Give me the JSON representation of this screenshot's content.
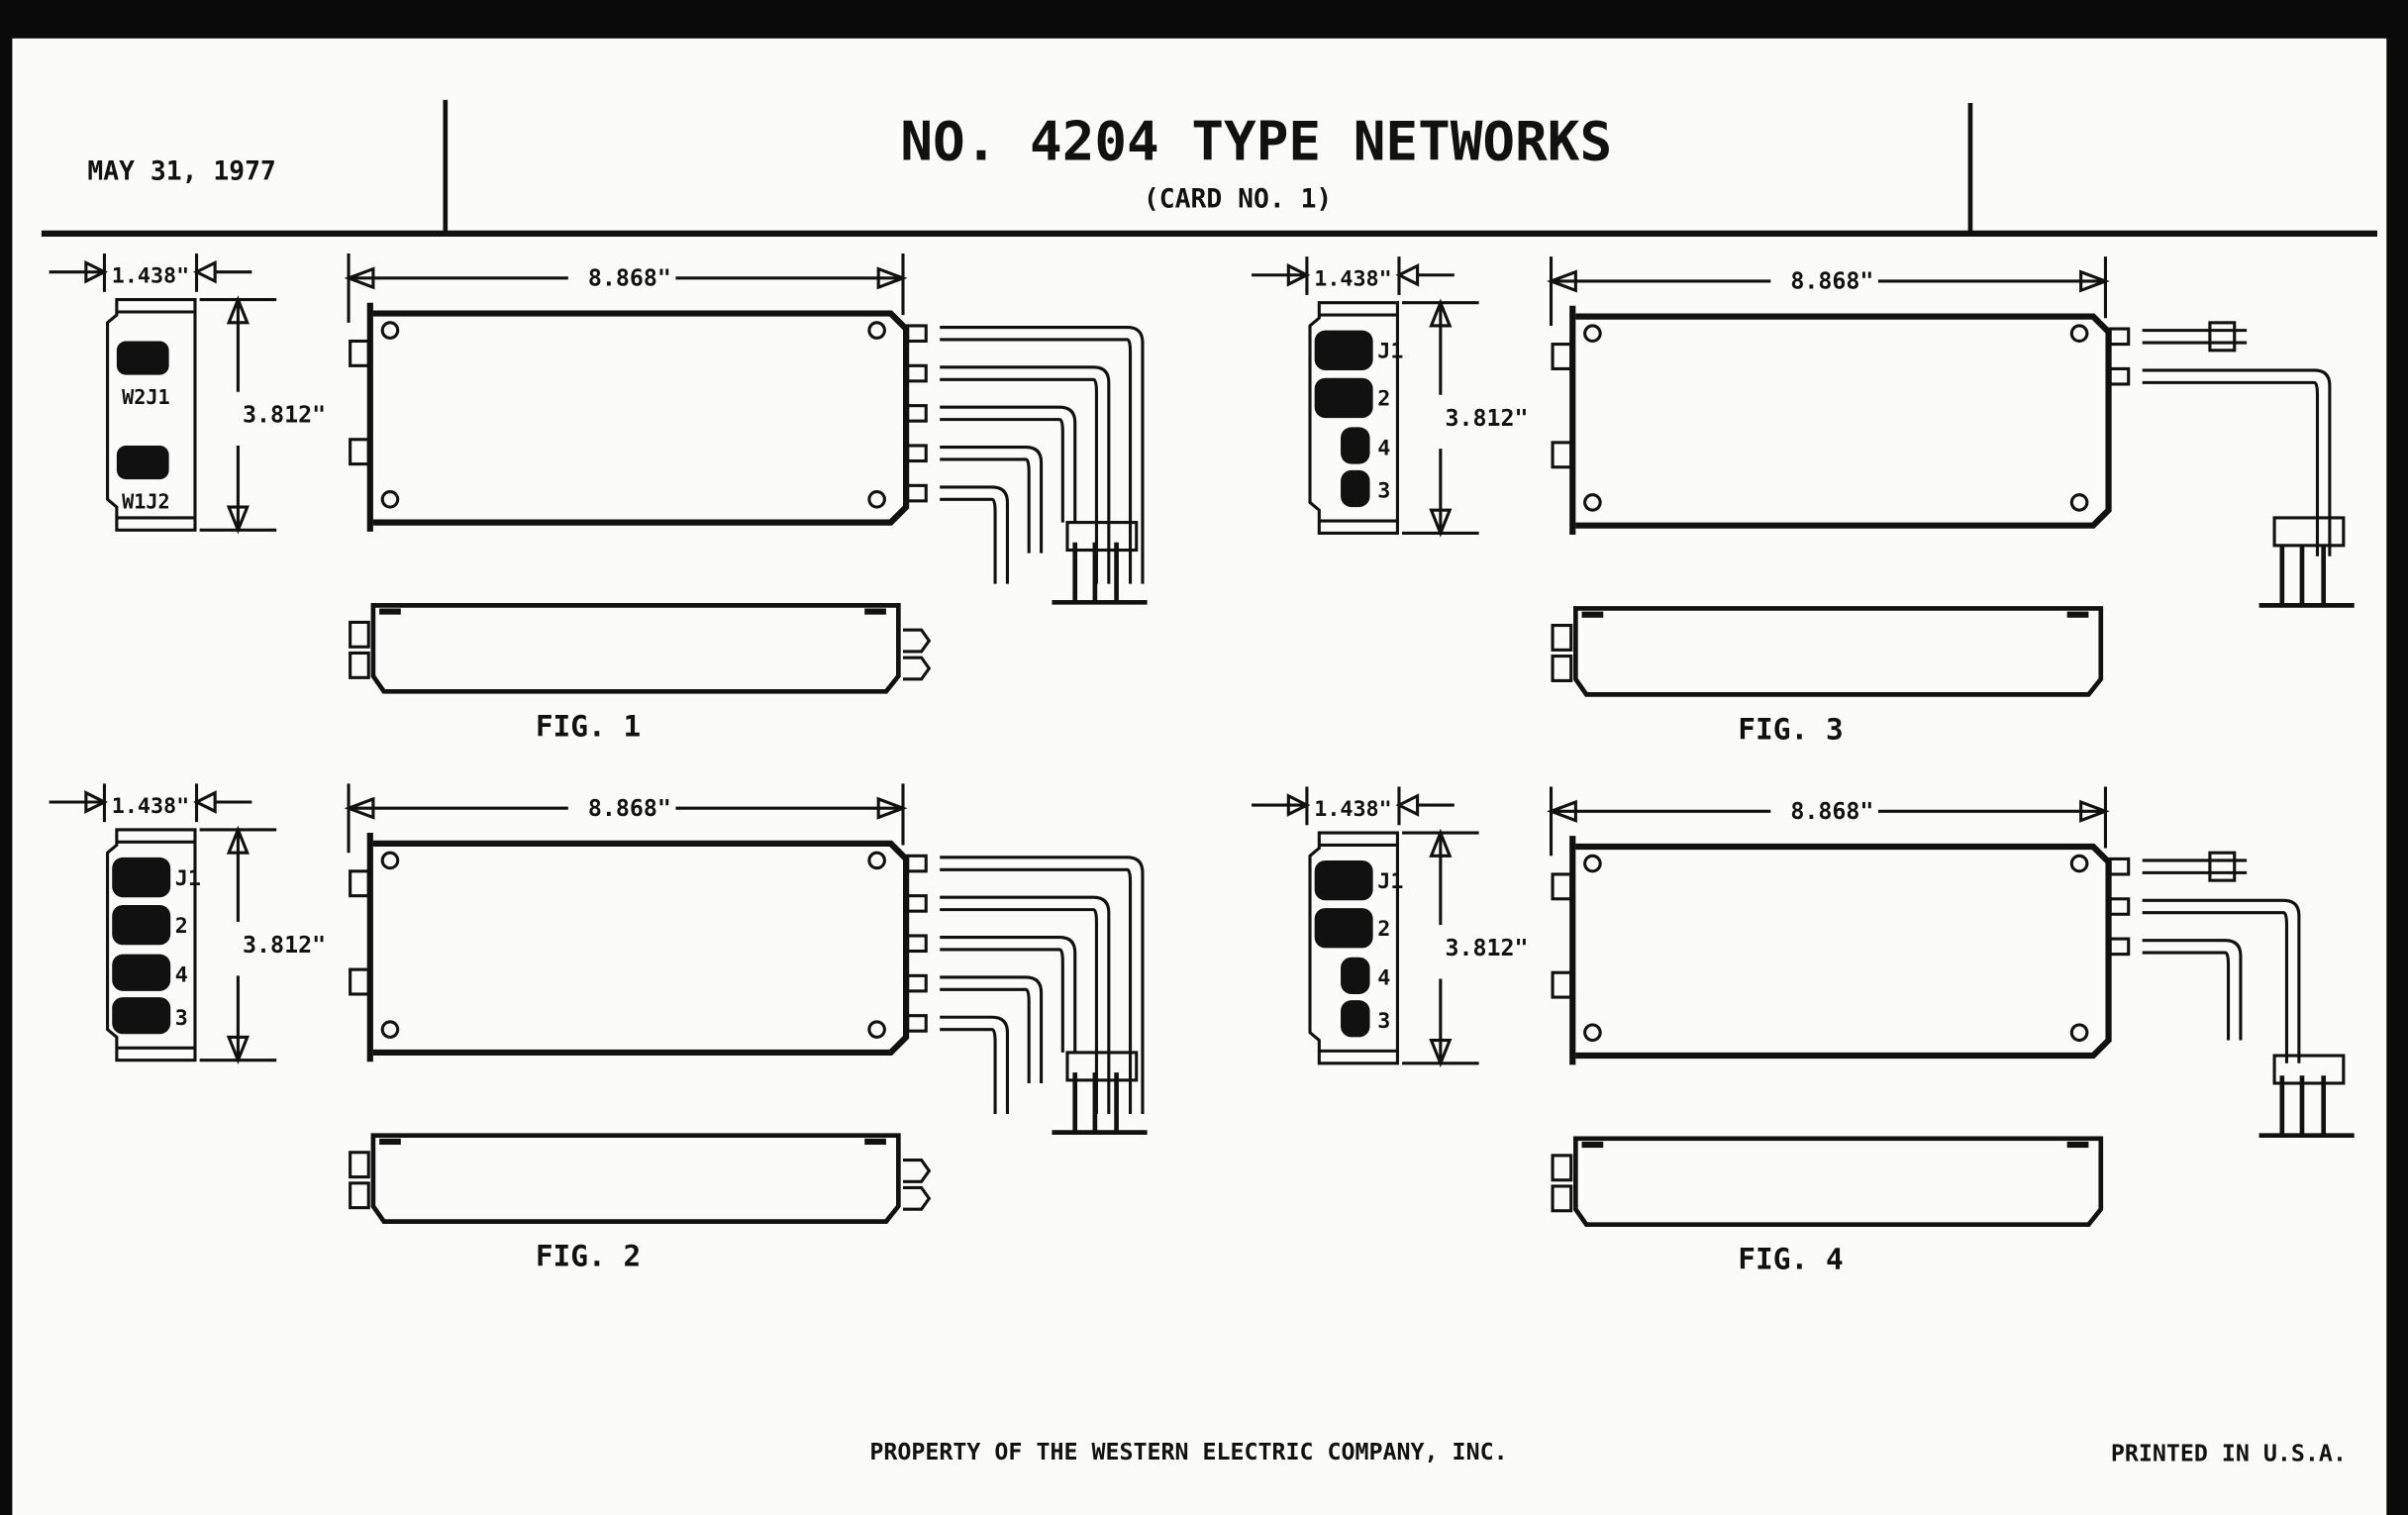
{
  "header": {
    "date": "MAY 31, 1977",
    "title": "NO. 4204 TYPE NETWORKS",
    "subtitle": "(CARD NO. 1)"
  },
  "figures": [
    {
      "label": "FIG. 1",
      "width_dim": "1.438\"",
      "height_dim": "3.812\"",
      "length_dim": "8.868\"",
      "jack_labels": [
        "W2J1",
        "W1J2"
      ],
      "cables": 5
    },
    {
      "label": "FIG. 2",
      "width_dim": "1.438\"",
      "height_dim": "3.812\"",
      "length_dim": "8.868\"",
      "jack_labels": [
        "J1",
        "2",
        "4",
        "3"
      ],
      "cables": 5
    },
    {
      "label": "FIG. 3",
      "width_dim": "1.438\"",
      "height_dim": "3.812\"",
      "length_dim": "8.868\"",
      "jack_labels": [
        "J1",
        "2",
        "4",
        "3"
      ],
      "cables": 2
    },
    {
      "label": "FIG. 4",
      "width_dim": "1.438\"",
      "height_dim": "3.812\"",
      "length_dim": "8.868\"",
      "jack_labels": [
        "J1",
        "2",
        "4",
        "3"
      ],
      "cables": 3
    }
  ],
  "footer": {
    "property": "PROPERTY OF THE WESTERN ELECTRIC COMPANY, INC.",
    "printed": "PRINTED IN U.S.A."
  }
}
